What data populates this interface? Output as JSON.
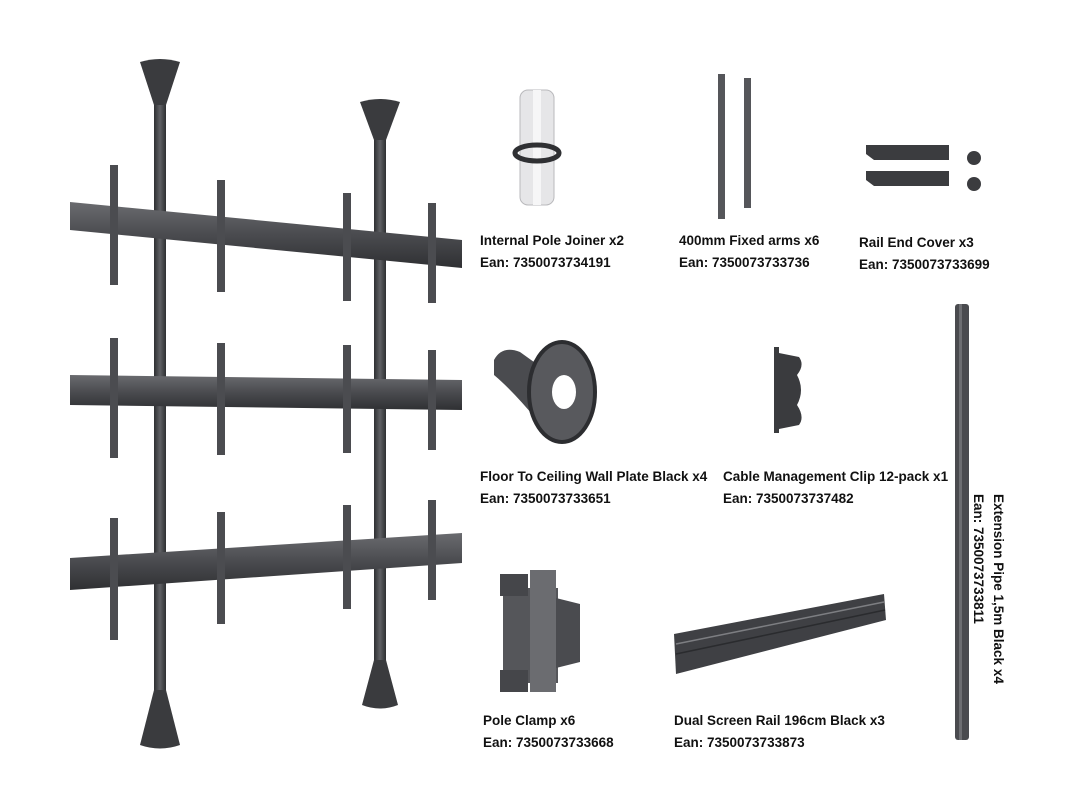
{
  "items": [
    {
      "name": "Internal Pole Joiner x2",
      "ean": "Ean: 7350073734191"
    },
    {
      "name": "400mm Fixed arms x6",
      "ean": "Ean: 7350073733736"
    },
    {
      "name": "Rail End Cover x3",
      "ean": "Ean:  7350073733699"
    },
    {
      "name": "Floor To Ceiling Wall Plate Black x4",
      "ean": "Ean: 7350073733651"
    },
    {
      "name": "Cable Management Clip 12-pack x1",
      "ean": "Ean: 7350073737482"
    },
    {
      "name": "Pole Clamp x6",
      "ean": "Ean: 7350073733668"
    },
    {
      "name": "Dual Screen Rail 196cm Black x3",
      "ean": "Ean: 7350073733873"
    },
    {
      "name": "Extension Pipe 1,5m Black x4",
      "ean": "Ean:  7350073733811"
    }
  ],
  "colors": {
    "metal_dark": "#3c3d40",
    "metal_mid": "#5a5b5f",
    "metal_light": "#8a8b8f",
    "background": "#ffffff"
  }
}
